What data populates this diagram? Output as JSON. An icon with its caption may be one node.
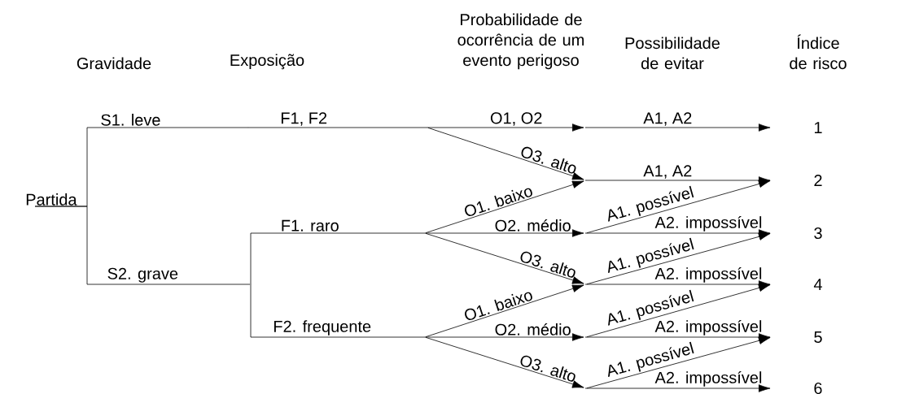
{
  "diagram": {
    "nodes": [
      {
        "text": [
          "Partida"
        ]
      },
      {
        "text": [],
        "shape": "point"
      },
      {
        "text": [],
        "shape": "point"
      },
      {
        "text": [],
        "shape": "point"
      },
      {
        "text": [
          "1"
        ]
      },
      {
        "text": [],
        "shape": "point"
      },
      {
        "text": [
          "2"
        ]
      },
      {
        "text": [],
        "shape": "point"
      },
      {
        "text": [],
        "shape": "point"
      },
      {
        "text": [],
        "shape": "point"
      },
      {
        "text": [
          "3"
        ]
      },
      {
        "text": [],
        "shape": "point"
      },
      {
        "text": [
          "4"
        ]
      },
      {
        "text": [],
        "shape": "point"
      },
      {
        "text": [],
        "shape": "point"
      },
      {
        "text": [
          "5"
        ]
      },
      {
        "text": [],
        "shape": "point"
      },
      {
        "text": [
          "6"
        ]
      }
    ],
    "edges": [
      {
        "from": 0,
        "to": 1,
        "label": "S1. leve",
        "arrow": "none"
      },
      {
        "from": 1,
        "to": 2,
        "label": "F1, F2",
        "arrow": "none"
      },
      {
        "from": 2,
        "to": 3,
        "label": "O1, O2",
        "arrow": "to"
      },
      {
        "from": 3,
        "to": 4,
        "label": "A1, A2",
        "arrow": "to"
      },
      {
        "from": 2,
        "to": 5,
        "label": "O3. alto",
        "arrow": "to"
      },
      {
        "from": 5,
        "to": 6,
        "label": "A1, A2",
        "arrow": "to"
      },
      {
        "from": 0,
        "to": 7,
        "label": "S2. grave",
        "arrow": "none"
      },
      {
        "from": 7,
        "to": 8,
        "label": "F1. raro",
        "arrow": "none"
      },
      {
        "from": 7,
        "to": 13,
        "label": "F2. frequente",
        "arrow": "none"
      },
      {
        "from": 8,
        "to": 5,
        "label": "O1. baixo",
        "arrow": "to"
      },
      {
        "from": 8,
        "to": 9,
        "label": "O2. médio",
        "arrow": "to"
      },
      {
        "from": 8,
        "to": 11,
        "label": "O3. alto",
        "arrow": "to"
      },
      {
        "from": 9,
        "to": 6,
        "label": "A1. possível",
        "arrow": "to"
      },
      {
        "from": 9,
        "to": 10,
        "label": "A2. impossível",
        "arrow": "to"
      },
      {
        "from": 11,
        "to": 10,
        "label": "A1. possível",
        "arrow": "to"
      },
      {
        "from": 11,
        "to": 12,
        "label": "A2. impossível",
        "arrow": "to"
      },
      {
        "from": 13,
        "to": 11,
        "label": "O1. baixo",
        "arrow": "to"
      },
      {
        "from": 13,
        "to": 14,
        "label": "O2. médio",
        "arrow": "to"
      },
      {
        "from": 13,
        "to": 16,
        "label": "O3. alto",
        "arrow": "to"
      },
      {
        "from": 14,
        "to": 12,
        "label": "A1. possível",
        "arrow": "to"
      },
      {
        "from": 14,
        "to": 15,
        "label": "A2. impossível",
        "arrow": "to"
      },
      {
        "from": 16,
        "to": 15,
        "label": "A1. possível",
        "arrow": "to"
      },
      {
        "from": 16,
        "to": 17,
        "label": "A2. impossível",
        "arrow": "to"
      }
    ],
    "labels": [
      "Gravidade",
      "Exposição",
      "Probabilidade de ocorrência de um evento perigoso",
      "Possibilidade de evitar",
      "Índice de risco"
    ]
  }
}
